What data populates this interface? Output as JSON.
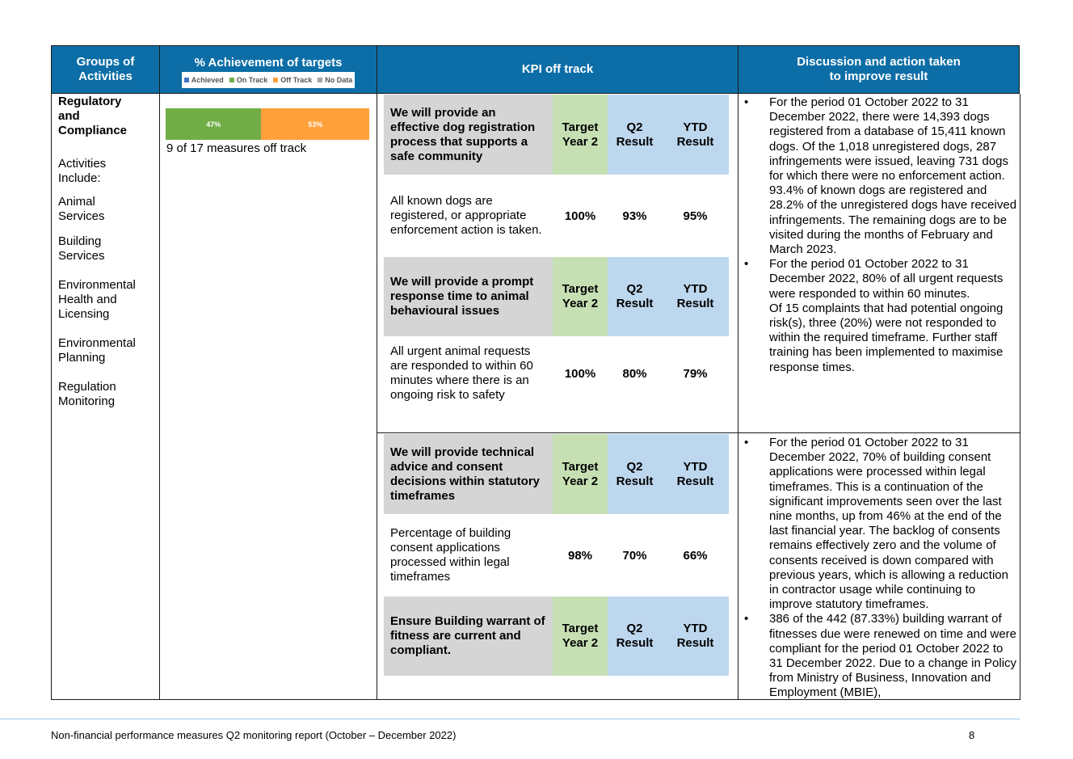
{
  "header": {
    "groups": "Groups of Activities",
    "achievement": "% Achievement of targets",
    "legend": [
      {
        "label": "Achieved",
        "color": "#4472c4"
      },
      {
        "label": "On Track",
        "color": "#70ad47"
      },
      {
        "label": "Off Track",
        "color": "#ffa03a"
      },
      {
        "label": "No Data",
        "color": "#a5a5a5"
      }
    ],
    "kpi": "KPI off track",
    "discussion": "Discussion and action taken to improve result"
  },
  "group": {
    "title": "Regulatory and Compliance",
    "activities_label": "Activities Include:",
    "activities": [
      "Animal Services",
      "Building Services",
      "Environmental Health and Licensing",
      "Environmental Planning",
      "Regulation Monitoring"
    ]
  },
  "achievement_bar": {
    "on_track_pct": 47,
    "off_track_pct": 53,
    "on_track_label": "47%",
    "off_track_label": "53%",
    "on_track_color": "#70ad47",
    "off_track_color": "#ffa03a",
    "summary": "9 of 17 measures off track"
  },
  "kpi_columns": {
    "target": "Target Year 2",
    "q2": "Q2 Result",
    "ytd": "YTD Result"
  },
  "kpis": [
    {
      "title": "We will provide an effective dog registration process that supports a safe community",
      "measure": "All known dogs are registered, or appropriate enforcement action is taken.",
      "target": "100%",
      "q2": "93%",
      "ytd": "95%"
    },
    {
      "title": "We will provide a prompt response time to animal behavioural issues",
      "measure": "All urgent animal requests are responded to within 60 minutes where there is an ongoing risk to safety",
      "target": "100%",
      "q2": "80%",
      "ytd": "79%"
    },
    {
      "title": "We will provide technical advice and consent decisions within statutory timeframes",
      "measure": "Percentage of building consent applications processed within legal timeframes",
      "target": "98%",
      "q2": "70%",
      "ytd": "66%"
    },
    {
      "title": "Ensure Building warrant of fitness are current and compliant."
    }
  ],
  "discussion": {
    "block1": [
      "For the period 01 October 2022 to 31 December 2022, there were 14,393 dogs registered from a database of 15,411 known dogs. Of the 1,018 unregistered dogs, 287 infringements were issued, leaving 731 dogs for which there were no enforcement action. 93.4% of known dogs are registered and 28.2% of the unregistered dogs have received infringements. The remaining dogs are to be visited during the months of February and March 2023.",
      "For the period 01 October 2022 to 31 December 2022, 80% of all urgent requests were responded to within 60 minutes."
    ],
    "block1_extra": "Of 15 complaints that had potential ongoing risk(s), three (20%) were not responded to within the required timeframe. Further staff training has been implemented to maximise response times.",
    "block2": [
      "For the period 01 October 2022 to 31 December 2022, 70% of building consent applications were processed within legal timeframes. This is a continuation of the significant improvements seen over the last nine months, up from 46% at the end of the last financial year. The backlog of consents remains effectively zero and the volume of consents received is down compared with previous years, which is allowing a reduction in contractor usage while continuing to improve statutory timeframes.",
      "386 of the 442 (87.33%) building warrant of fitnesses due were renewed on time and were compliant for the period 01 October 2022 to 31 December 2022. Due to a change in Policy from Ministry of Business, Innovation and Employment (MBIE),"
    ]
  },
  "footer": {
    "text": "Non-financial performance measures Q2 monitoring report (October – December 2022)",
    "page": "8"
  }
}
